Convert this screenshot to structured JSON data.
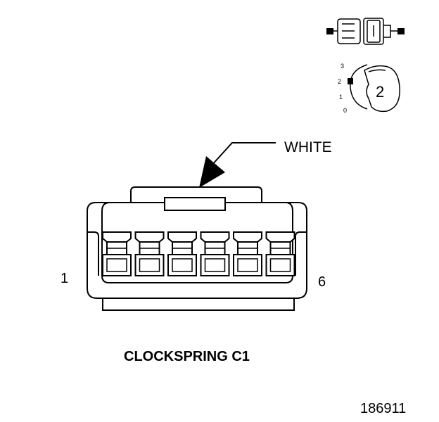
{
  "callout": {
    "label": "WHITE"
  },
  "connector": {
    "pin_first": "1",
    "pin_last": "6",
    "cavity_count": 6
  },
  "inset": {
    "scale_ticks": [
      "3",
      "2",
      "1",
      "0"
    ],
    "position_number": "2"
  },
  "title": "CLOCKSPRING C1",
  "figure_number": "186911"
}
